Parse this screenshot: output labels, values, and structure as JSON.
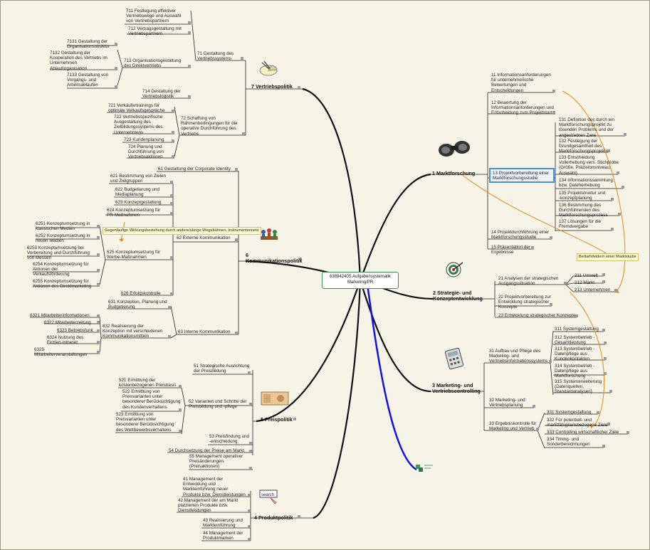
{
  "center": {
    "label": "63894240S Aufgabensystematik Marketing/PR"
  },
  "branches": {
    "b1": {
      "label": "1  Marktforschung"
    },
    "b2": {
      "label": "2  Strategie- und\nKonzeptentwicklung"
    },
    "b3": {
      "label": "3  Marketing- und\nVertriebscontrolling"
    },
    "b4": {
      "label": "4  Produktpolitik"
    },
    "b5": {
      "label": "5  Preispolitik"
    },
    "b6": {
      "label": "6\nKommunikationspolitik"
    },
    "b7": {
      "label": "7  Vertriebspolitik"
    }
  },
  "nodes": {
    "n11": "11  Informationsanforderungen\nfür unternehmerische\nBewertungen und\nEntscheidungen",
    "n12": "12  Bewertung der\nInformationsanforderungen und\nEntscheidung zum Projektstart",
    "n13": "13  Projektvorbereitung einer\nMarktforschungsstudie",
    "n131": "131  Definition des durch ein\nMarktforschungsprojekt zu\nlösenden Problems und der\nangestrebten Ziele",
    "n132": "132  Festlegung der\nGrundgesamtheit des\nMarktforschungsprojekts",
    "n133": "133  Entscheidung\nVollerhebung vers. Stichprobe\n(Größe, Präzisionsniveau,\nAuswahl)",
    "n134": "134  Informationssammlung\nbzw. Datenerhebung",
    "n135": "135  Projektstruktur und\n-konzeptplanung",
    "n136": "136  Bestimmung des\nDurchführenden des\nMarktforschungsprozess",
    "n137": "137  Lösungen für die\nFremdvergabe",
    "n14": "14  Projektdurchführung einer\nMarktforschungsstudie",
    "n15": "15  Präsentation der\nErgebnisse",
    "n21": "21  Analysen der strategischen\nAusgangssituation",
    "n211": "211  Umwelt",
    "n212": "212  Markt",
    "n213": "213  Unternehmen",
    "n22": "22  Projektvorbereitung zur\nEntwicklung strategischer\nKonzepte",
    "n23": "23  Entwicklung strategischer Konzepte",
    "n31": "31  Aufbau und Pflege des\nMarketing- und\nVertriebsinformationssystems",
    "n311": "311  Systemgestaltung",
    "n312": "312  Systembetrieb -\nGesamtleistung",
    "n313": "313  Systembetrieb -\nDatenpflege aus\nKundenkontakten",
    "n314": "314  Systembetrieb -\nDatenpflege aus\nMarktforschung",
    "n315": "315  Systemerweiterung\n(Datenquellen,\nStandardanalysen)",
    "n32": "32  Marketing- und\nVertriebsplanung",
    "n33": "33  Ergebniskontrolle für\nMarketing und Vertrieb",
    "n331": "331  Systemgestaltung",
    "n332": "332  Für potentiell- und\nmarktfähigkeitsbezogene Ziele",
    "n333": "333  Controlling wirtschaftlicher Ziele",
    "n334": "334  Timing- und\nSonderberechnungen",
    "n41": "41  Management der\nEntwicklung und\nMarkteinführung neuer\nProdukte bzw. Dienstleistungen",
    "n42": "42  Management der am Markt\nplatzierten Produkte bzw.\nDienstleistungen",
    "n43": "43  Realisierung und\nMarkteinführung",
    "n44": "44  Management der\nProduktmarken",
    "n51": "51  Strategische Ausrichtung\nder Preisbildung",
    "n52": "52  Varianten und Schritte der\nPreisbildung und -pflege",
    "n521": "521  Ermittlung der\nkostenbezogenen Preisbasis",
    "n522": "522  Ermittlung von\nPreisvarianten unter\nbesonderer Berücksichtigung\ndes Kundenverhaltens",
    "n523": "523  Ermittlung von\nPreisvarianten unter\nbesonderer Berücksichtigung\ndes Wettbewerbsverhaltens",
    "n53": "53  Preisfindung und\n-entscheidung",
    "n54": "54  Durchsetzung der Preise am Markt",
    "n55": "55  Management operativer\nPreisänderungen\n(Preisaktionen)",
    "n61": "61  Gestaltung der Corporate Identity",
    "n62": "62  Externe Kommunikation",
    "n621": "621  Bestimmung von Zielen\nund Zielgruppen",
    "n622": "622  Budgetierung und\nMediaplanung",
    "n623": "623  Konzeptgestaltung",
    "n624": "624  Konzeptumsetzung für\nPR-Maßnahmen",
    "n6251": "6251  Konzeptumsetzung in\nklassischen Medien",
    "n6252": "6252  Konzeptumsetzung in\nneuen Medien",
    "n6253": "6253  Konzeptumsetzung bei\nVorbereitung und Durchführung\nvon Messen",
    "n6254": "6254  Konzeptumsetzung für\nAktionen der\nVerkaufsförderung",
    "n6255": "6255  Konzeptumsetzung für\nAktionen des Direktmarketing",
    "n625": "625  Konzeptumsetzung für\nWerbe-Maßnahmen",
    "n626": "626  Erfolgskontrolle",
    "n63": "63  Interne Kommunikation",
    "n631": "631  Konzeption, Planung und\nBudgetierung",
    "n632": "632  Realisierung der\nKonzeption mit verschiedenen\nKommunikationsmitteln",
    "n6321": "6321  Mitarbeiterinformationen",
    "n6322": "6322  Mitarbeiterzeitung",
    "n6323": "6323  Betriebsfunk",
    "n6324": "6324  Nutzung des\nFirmen-Intranet",
    "n6325": "6325\nMitarbeiterveranstaltungen",
    "n71": "71  Gestaltung des\nVertriebssystems",
    "n711": "711  Festlegung effektiver\nVertriebswege und Auswahl\nvon Vertriebspartnern",
    "n712": "712  Vertragsgestaltung mit\nVertriebspartnern",
    "n713": "713  Organisationsgestaltung\ndes Direktvertriebs",
    "n7131": "7131  Gestaltung der\nOrganisationsstruktur",
    "n7132": "7132  Gestaltung der\nKooperation des Vertriebs im\nUnternehmen\nAblauforganisation",
    "n7133": "7133  Gestaltung von\nVorgangs- und\nArbeitsabläufen",
    "n714": "714  Gestaltung der\nVertriebslogistik",
    "n72": "72  Schaffung von\nRahmenbedingungen für die\noperative Durchführung des\nVertriebs",
    "n721": "721  Verkäufertrainings für\noptimale Verkaufsgespräche",
    "n722": "722  Vertriebsspezifische\nAusgestaltung des\nZielbildungssystems des\nUnternehmens",
    "n723": "723  Kundenplanung",
    "n724": "724  Planung und\nDurchführung von\nVertriebsaktionen"
  },
  "notes": {
    "werbung": "Gegenläufige Wirkungsbeziehung\ndurch andere/übrige Wegebühnen,\nInstrumentennetz",
    "marktforschung": "Bedarfsfeldern einer Marktstudie"
  },
  "colors": {
    "branch_line": "#111111",
    "blue_link": "#1010ee",
    "orange_link": "#e08a1e",
    "selection": "#4a90d9",
    "center_border": "#3f8a55"
  },
  "icons": [
    "binoculars-icon",
    "target-icon",
    "calculator-icon",
    "banknote-icon",
    "search-button-icon",
    "handshake-meeting-icon",
    "scissors-pie-icon",
    "small-logo-icon",
    "note-icon"
  ]
}
